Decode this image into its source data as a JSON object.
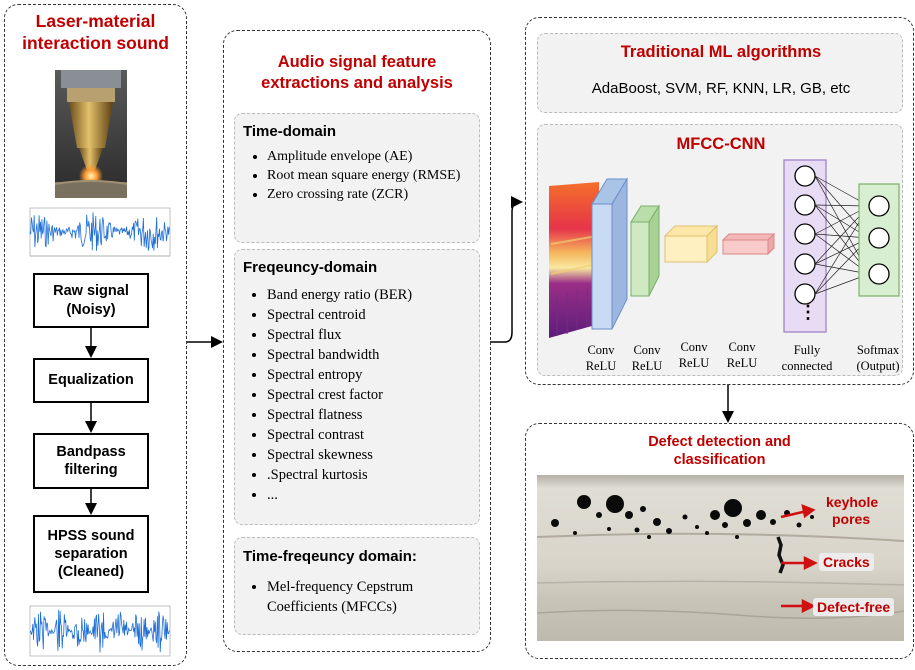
{
  "left": {
    "title_line1": "Laser-material",
    "title_line2": "interaction sound",
    "steps": [
      {
        "line1": "Raw signal",
        "line2": "(Noisy)"
      },
      {
        "line1": "Equalization",
        "line2": ""
      },
      {
        "line1": "Bandpass",
        "line2": "filtering"
      },
      {
        "line1": "HPSS sound",
        "line2": "separation",
        "line3": "(Cleaned)"
      }
    ]
  },
  "middle": {
    "title_line1": "Audio signal feature",
    "title_line2": "extractions and analysis",
    "time_domain": {
      "title": "Time-domain",
      "items": [
        "Amplitude envelope (AE)",
        "Root mean square energy (RMSE)",
        "Zero crossing rate (ZCR)"
      ]
    },
    "freq_domain": {
      "title": "Freqeuncy-domain",
      "items": [
        "Band energy ratio (BER)",
        "Spectral centroid",
        "Spectral flux",
        "Spectral bandwidth",
        "Spectral entropy",
        "Spectral crest factor",
        "Spectral flatness",
        "Spectral contrast",
        "Spectral skewness",
        ".Spectral kurtosis",
        "..."
      ]
    },
    "tf_domain": {
      "title": "Time-freqeuncy domain:",
      "items": [
        "Mel-frequency Cepstrum Coefficients (MFCCs)"
      ]
    }
  },
  "right": {
    "ml_title": "Traditional ML algorithms",
    "ml_list": "AdaBoost, SVM, RF, KNN, LR, GB, etc",
    "cnn_title": "MFCC-CNN",
    "layers": [
      {
        "l1": "Conv",
        "l2": "ReLU"
      },
      {
        "l1": "Conv",
        "l2": "ReLU"
      },
      {
        "l1": "Conv",
        "l2": "ReLU"
      },
      {
        "l1": "Conv",
        "l2": "ReLU"
      },
      {
        "l1": "Fully",
        "l2": "connected"
      },
      {
        "l1": "Softmax",
        "l2": "(Output)"
      }
    ],
    "fc_dots": "⋮",
    "defect_title_line1": "Defect detection and",
    "defect_title_line2": "classification",
    "labels": {
      "keyhole": "keyhole",
      "pores": "pores",
      "cracks": "Cracks",
      "defect_free": "Defect-free"
    }
  },
  "colors": {
    "accent": "#c00000",
    "panel": "#f2f2f2"
  }
}
